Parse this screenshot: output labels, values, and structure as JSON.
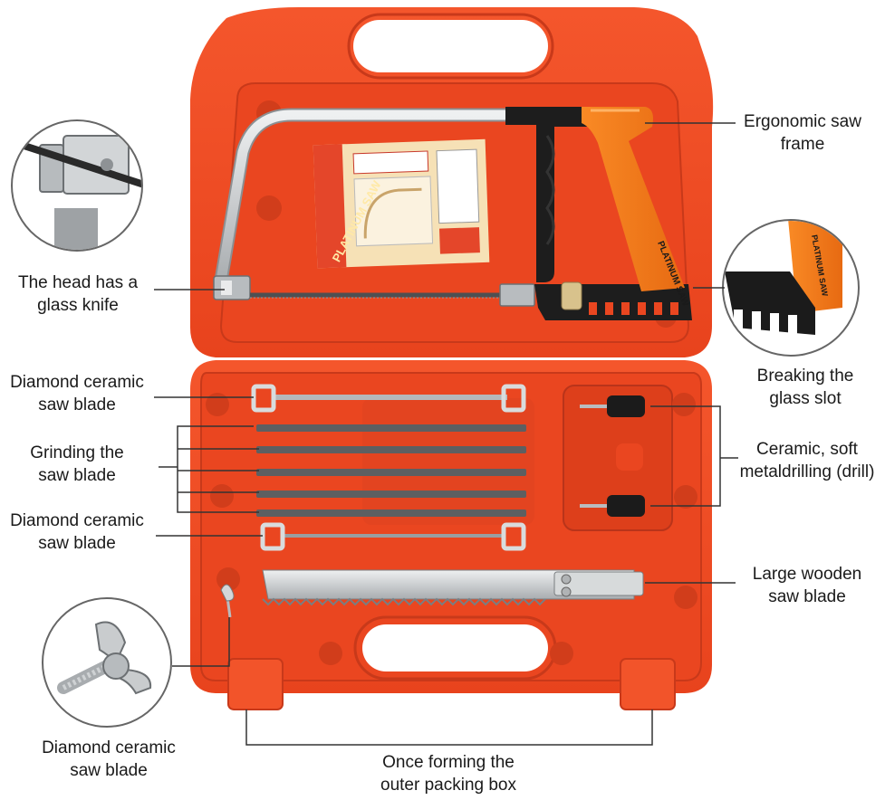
{
  "colors": {
    "case": "#f04a22",
    "case_dark": "#c8391a",
    "case_shadow": "#a92e13",
    "handle_orange": "#f47b1c",
    "metal": "#cfd2d4",
    "blade": "#6d6f71",
    "black": "#1b1b1b",
    "leader_line": "#333333"
  },
  "manual_card": {
    "title": "PLATINUM SAW"
  },
  "handle": {
    "brand": "PLATINUM SAW"
  },
  "callouts": {
    "ergonomic_frame": {
      "line1": "Ergonomic saw",
      "line2": "frame"
    },
    "glass_knife": {
      "line1": "The head has a",
      "line2": "glass knife"
    },
    "breaking_slot": {
      "line1": "Breaking the",
      "line2": "glass slot"
    },
    "diamond_blade_top": {
      "line1": "Diamond ceramic",
      "line2": "saw blade"
    },
    "grinding_blade": {
      "line1": "Grinding the",
      "line2": "saw blade"
    },
    "diamond_blade_mid": {
      "line1": "Diamond ceramic",
      "line2": "saw blade"
    },
    "drill": {
      "line1": "Ceramic, soft",
      "line2": "metaldrilling (drill)"
    },
    "wooden_blade": {
      "line1": "Large wooden",
      "line2": "saw blade"
    },
    "wing_nut": {
      "line1": "Diamond ceramic",
      "line2": "saw blade"
    },
    "packing_box": {
      "line1": "Once forming the",
      "line2": "outer packing box"
    }
  }
}
